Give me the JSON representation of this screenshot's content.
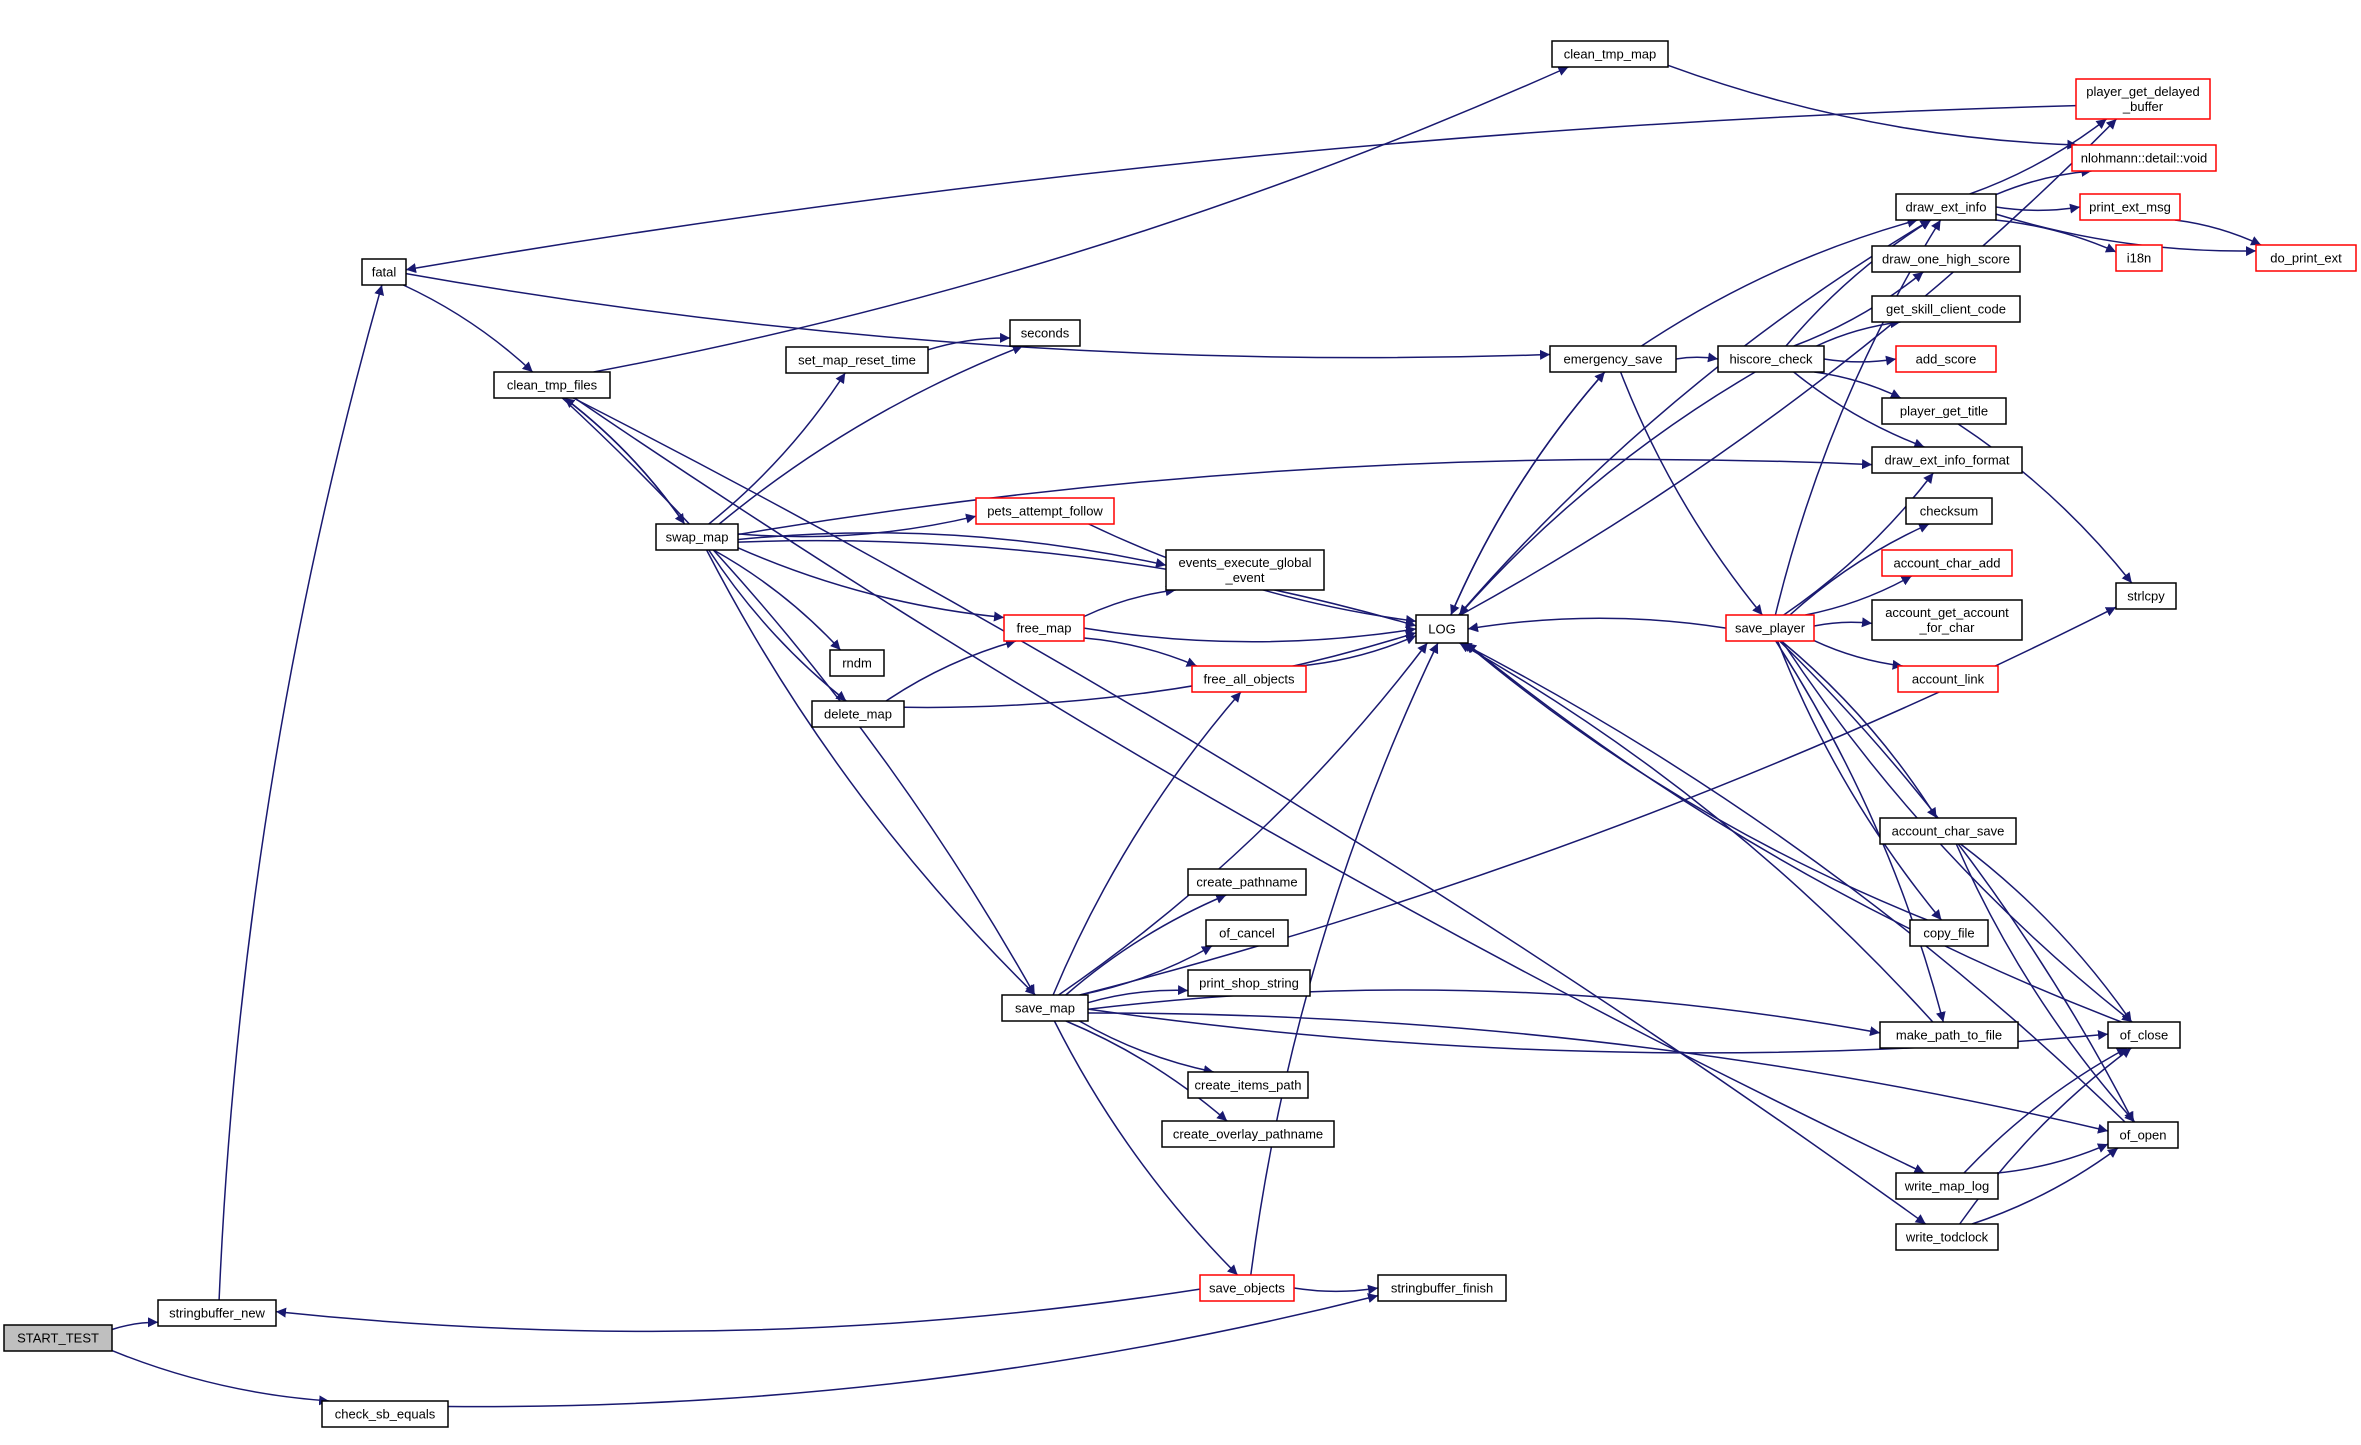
{
  "diagram": {
    "title": "",
    "colors": {
      "edge": "#191970",
      "red_border": "#ff0000",
      "root_fill": "#bfbfbf"
    },
    "nodes": [
      {
        "id": "start_test",
        "lines": [
          "START_TEST"
        ],
        "style": "root"
      },
      {
        "id": "stringbuffer_new",
        "lines": [
          "stringbuffer_new"
        ],
        "style": "normal"
      },
      {
        "id": "check_sb_equals",
        "lines": [
          "check_sb_equals"
        ],
        "style": "normal"
      },
      {
        "id": "fatal",
        "lines": [
          "fatal"
        ],
        "style": "normal"
      },
      {
        "id": "clean_tmp_files",
        "lines": [
          "clean_tmp_files"
        ],
        "style": "normal"
      },
      {
        "id": "swap_map",
        "lines": [
          "swap_map"
        ],
        "style": "normal"
      },
      {
        "id": "set_map_reset_time",
        "lines": [
          "set_map_reset_time"
        ],
        "style": "normal"
      },
      {
        "id": "seconds",
        "lines": [
          "seconds"
        ],
        "style": "normal"
      },
      {
        "id": "pets_attempt_follow",
        "lines": [
          "pets_attempt_follow"
        ],
        "style": "red"
      },
      {
        "id": "events_execute_global_event",
        "lines": [
          "events_execute_global",
          "_event"
        ],
        "style": "normal"
      },
      {
        "id": "free_map",
        "lines": [
          "free_map"
        ],
        "style": "red"
      },
      {
        "id": "free_all_objects",
        "lines": [
          "free_all_objects"
        ],
        "style": "red"
      },
      {
        "id": "rndm",
        "lines": [
          "rndm"
        ],
        "style": "normal"
      },
      {
        "id": "delete_map",
        "lines": [
          "delete_map"
        ],
        "style": "normal"
      },
      {
        "id": "LOG",
        "lines": [
          "LOG"
        ],
        "style": "normal"
      },
      {
        "id": "create_pathname",
        "lines": [
          "create_pathname"
        ],
        "style": "normal"
      },
      {
        "id": "of_cancel",
        "lines": [
          "of_cancel"
        ],
        "style": "normal"
      },
      {
        "id": "print_shop_string",
        "lines": [
          "print_shop_string"
        ],
        "style": "normal"
      },
      {
        "id": "save_map",
        "lines": [
          "save_map"
        ],
        "style": "normal"
      },
      {
        "id": "create_items_path",
        "lines": [
          "create_items_path"
        ],
        "style": "normal"
      },
      {
        "id": "create_overlay_pathname",
        "lines": [
          "create_overlay_pathname"
        ],
        "style": "normal"
      },
      {
        "id": "save_objects",
        "lines": [
          "save_objects"
        ],
        "style": "red"
      },
      {
        "id": "stringbuffer_finish",
        "lines": [
          "stringbuffer_finish"
        ],
        "style": "normal"
      },
      {
        "id": "clean_tmp_map",
        "lines": [
          "clean_tmp_map"
        ],
        "style": "normal"
      },
      {
        "id": "emergency_save",
        "lines": [
          "emergency_save"
        ],
        "style": "normal"
      },
      {
        "id": "hiscore_check",
        "lines": [
          "hiscore_check"
        ],
        "style": "normal"
      },
      {
        "id": "save_player",
        "lines": [
          "save_player"
        ],
        "style": "red"
      },
      {
        "id": "player_get_delayed_buffer",
        "lines": [
          "player_get_delayed",
          "_buffer"
        ],
        "style": "red"
      },
      {
        "id": "nlohmann",
        "lines": [
          "nlohmann::detail::void"
        ],
        "style": "red"
      },
      {
        "id": "draw_ext_info",
        "lines": [
          "draw_ext_info"
        ],
        "style": "normal"
      },
      {
        "id": "print_ext_msg",
        "lines": [
          "print_ext_msg"
        ],
        "style": "red"
      },
      {
        "id": "i18n",
        "lines": [
          "i18n"
        ],
        "style": "red"
      },
      {
        "id": "do_print_ext",
        "lines": [
          "do_print_ext"
        ],
        "style": "red"
      },
      {
        "id": "draw_one_high_score",
        "lines": [
          "draw_one_high_score"
        ],
        "style": "normal"
      },
      {
        "id": "get_skill_client_code",
        "lines": [
          "get_skill_client_code"
        ],
        "style": "normal"
      },
      {
        "id": "add_score",
        "lines": [
          "add_score"
        ],
        "style": "red"
      },
      {
        "id": "player_get_title",
        "lines": [
          "player_get_title"
        ],
        "style": "normal"
      },
      {
        "id": "draw_ext_info_format",
        "lines": [
          "draw_ext_info_format"
        ],
        "style": "normal"
      },
      {
        "id": "checksum",
        "lines": [
          "checksum"
        ],
        "style": "normal"
      },
      {
        "id": "account_char_add",
        "lines": [
          "account_char_add"
        ],
        "style": "red"
      },
      {
        "id": "account_get_account_for_char",
        "lines": [
          "account_get_account",
          "_for_char"
        ],
        "style": "normal"
      },
      {
        "id": "account_link",
        "lines": [
          "account_link"
        ],
        "style": "red"
      },
      {
        "id": "account_char_save",
        "lines": [
          "account_char_save"
        ],
        "style": "normal"
      },
      {
        "id": "copy_file",
        "lines": [
          "copy_file"
        ],
        "style": "normal"
      },
      {
        "id": "make_path_to_file",
        "lines": [
          "make_path_to_file"
        ],
        "style": "normal"
      },
      {
        "id": "write_map_log",
        "lines": [
          "write_map_log"
        ],
        "style": "normal"
      },
      {
        "id": "write_todclock",
        "lines": [
          "write_todclock"
        ],
        "style": "normal"
      },
      {
        "id": "strlcpy",
        "lines": [
          "strlcpy"
        ],
        "style": "normal"
      },
      {
        "id": "of_close",
        "lines": [
          "of_close"
        ],
        "style": "normal"
      },
      {
        "id": "of_open",
        "lines": [
          "of_open"
        ],
        "style": "normal"
      }
    ],
    "edges": [
      [
        "start_test",
        "stringbuffer_new"
      ],
      [
        "start_test",
        "check_sb_equals"
      ],
      [
        "stringbuffer_new",
        "fatal"
      ],
      [
        "check_sb_equals",
        "stringbuffer_finish"
      ],
      [
        "fatal",
        "clean_tmp_files"
      ],
      [
        "fatal",
        "emergency_save"
      ],
      [
        "clean_tmp_files",
        "swap_map"
      ],
      [
        "clean_tmp_files",
        "clean_tmp_map"
      ],
      [
        "clean_tmp_files",
        "save_map"
      ],
      [
        "clean_tmp_files",
        "write_map_log"
      ],
      [
        "clean_tmp_files",
        "write_todclock"
      ],
      [
        "swap_map",
        "set_map_reset_time"
      ],
      [
        "swap_map",
        "seconds"
      ],
      [
        "swap_map",
        "pets_attempt_follow"
      ],
      [
        "swap_map",
        "events_execute_global_event"
      ],
      [
        "swap_map",
        "free_map"
      ],
      [
        "swap_map",
        "rndm"
      ],
      [
        "swap_map",
        "delete_map"
      ],
      [
        "swap_map",
        "LOG"
      ],
      [
        "swap_map",
        "save_map"
      ],
      [
        "swap_map",
        "draw_ext_info_format"
      ],
      [
        "swap_map",
        "clean_tmp_files"
      ],
      [
        "set_map_reset_time",
        "seconds"
      ],
      [
        "pets_attempt_follow",
        "LOG"
      ],
      [
        "free_map",
        "events_execute_global_event"
      ],
      [
        "free_map",
        "LOG"
      ],
      [
        "free_map",
        "free_all_objects"
      ],
      [
        "free_all_objects",
        "LOG"
      ],
      [
        "delete_map",
        "free_map"
      ],
      [
        "delete_map",
        "LOG"
      ],
      [
        "save_map",
        "create_pathname"
      ],
      [
        "save_map",
        "of_cancel"
      ],
      [
        "save_map",
        "print_shop_string"
      ],
      [
        "save_map",
        "create_items_path"
      ],
      [
        "save_map",
        "create_overlay_pathname"
      ],
      [
        "save_map",
        "save_objects"
      ],
      [
        "save_map",
        "free_all_objects"
      ],
      [
        "save_map",
        "LOG"
      ],
      [
        "save_map",
        "make_path_to_file"
      ],
      [
        "save_map",
        "of_close"
      ],
      [
        "save_map",
        "of_open"
      ],
      [
        "save_map",
        "strlcpy"
      ],
      [
        "save_objects",
        "stringbuffer_new"
      ],
      [
        "save_objects",
        "stringbuffer_finish"
      ],
      [
        "save_objects",
        "LOG"
      ],
      [
        "clean_tmp_map",
        "nlohmann"
      ],
      [
        "emergency_save",
        "hiscore_check"
      ],
      [
        "emergency_save",
        "save_player"
      ],
      [
        "emergency_save",
        "draw_ext_info"
      ],
      [
        "emergency_save",
        "LOG"
      ],
      [
        "LOG",
        "draw_ext_info"
      ],
      [
        "LOG",
        "player_get_delayed_buffer"
      ],
      [
        "LOG",
        "emergency_save"
      ],
      [
        "hiscore_check",
        "LOG"
      ],
      [
        "hiscore_check",
        "draw_ext_info"
      ],
      [
        "hiscore_check",
        "draw_one_high_score"
      ],
      [
        "hiscore_check",
        "get_skill_client_code"
      ],
      [
        "hiscore_check",
        "add_score"
      ],
      [
        "hiscore_check",
        "player_get_title"
      ],
      [
        "hiscore_check",
        "draw_ext_info_format"
      ],
      [
        "player_get_title",
        "strlcpy"
      ],
      [
        "save_player",
        "LOG"
      ],
      [
        "save_player",
        "draw_ext_info"
      ],
      [
        "save_player",
        "draw_ext_info_format"
      ],
      [
        "save_player",
        "checksum"
      ],
      [
        "save_player",
        "account_char_add"
      ],
      [
        "save_player",
        "account_get_account_for_char"
      ],
      [
        "save_player",
        "account_link"
      ],
      [
        "save_player",
        "account_char_save"
      ],
      [
        "save_player",
        "copy_file"
      ],
      [
        "save_player",
        "make_path_to_file"
      ],
      [
        "save_player",
        "of_close"
      ],
      [
        "save_player",
        "of_open"
      ],
      [
        "draw_ext_info",
        "player_get_delayed_buffer"
      ],
      [
        "draw_ext_info",
        "nlohmann"
      ],
      [
        "draw_ext_info",
        "print_ext_msg"
      ],
      [
        "draw_ext_info",
        "i18n"
      ],
      [
        "draw_ext_info",
        "do_print_ext"
      ],
      [
        "print_ext_msg",
        "do_print_ext"
      ],
      [
        "player_get_delayed_buffer",
        "fatal"
      ],
      [
        "account_char_save",
        "of_close"
      ],
      [
        "account_char_save",
        "of_open"
      ],
      [
        "copy_file",
        "LOG"
      ],
      [
        "make_path_to_file",
        "LOG"
      ],
      [
        "of_close",
        "LOG"
      ],
      [
        "of_open",
        "LOG"
      ],
      [
        "write_map_log",
        "of_close"
      ],
      [
        "write_map_log",
        "of_open"
      ],
      [
        "write_todclock",
        "of_close"
      ],
      [
        "write_todclock",
        "of_open"
      ]
    ]
  }
}
